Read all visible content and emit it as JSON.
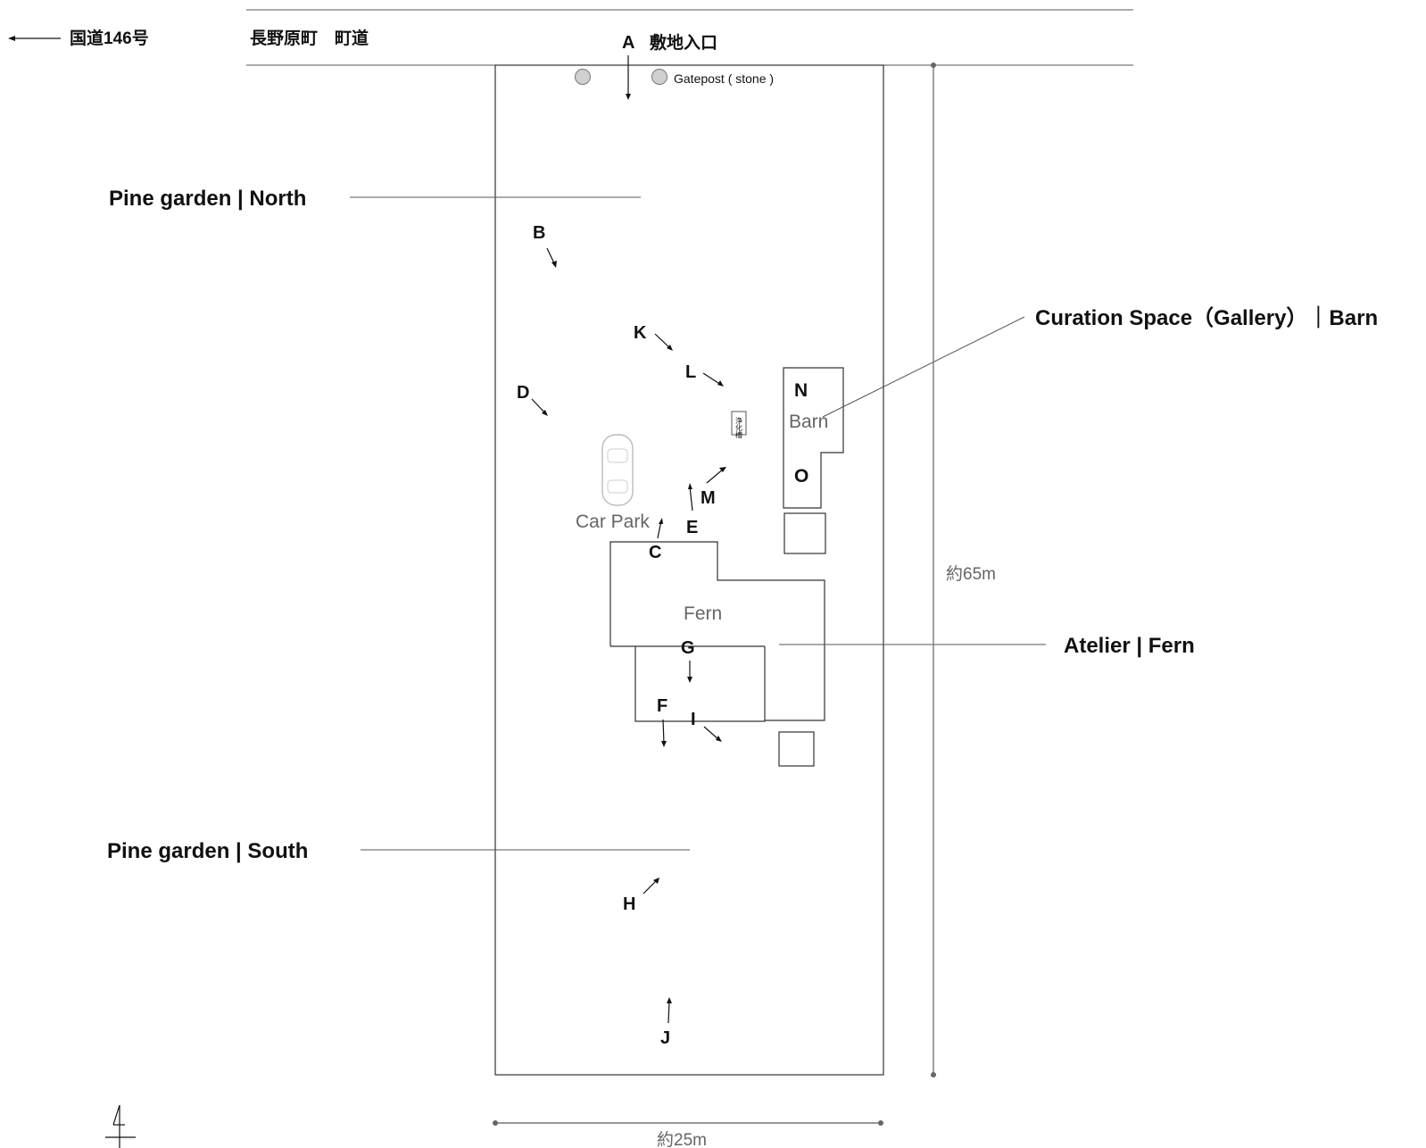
{
  "header": {
    "route": "国道146号",
    "road": "長野原町　町道",
    "entrance": "敷地入口"
  },
  "gatepost_label": "Gatepost ( stone )",
  "areas": {
    "pine_north": "Pine garden | North",
    "pine_south": "Pine garden | South",
    "curation": "Curation Space（Gallery）｜Barn",
    "atelier": "Atelier | Fern"
  },
  "buildings": {
    "barn": "Barn",
    "fern": "Fern",
    "car_park": "Car Park",
    "septic": "浄化槽"
  },
  "viewpoints": [
    "A",
    "B",
    "C",
    "D",
    "E",
    "F",
    "G",
    "H",
    "I",
    "J",
    "K",
    "L",
    "M",
    "N",
    "O"
  ],
  "dimensions": {
    "length": "約65m",
    "width": "約25m"
  },
  "colors": {
    "line": "#333333",
    "text": "#111111",
    "muted": "#666666"
  }
}
